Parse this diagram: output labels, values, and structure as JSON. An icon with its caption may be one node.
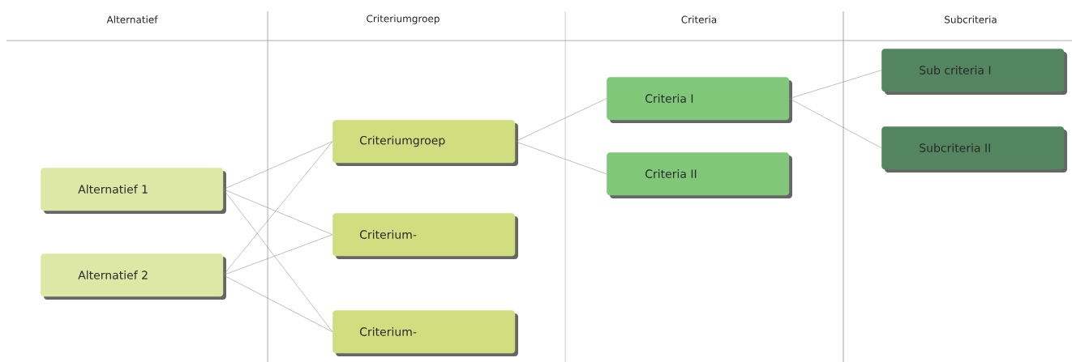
{
  "diagram": {
    "nodes": [
      {
        "text": [
          "Alternatief 1"
        ]
      },
      {
        "text": [
          "Alternatief 2"
        ]
      },
      {
        "text": [
          "Criteriumgroep"
        ]
      },
      {
        "text": [
          "Criterium-"
        ]
      },
      {
        "text": [
          "Criterium-"
        ]
      },
      {
        "text": [
          "Criteria I"
        ]
      },
      {
        "text": [
          "Criteria II"
        ]
      },
      {
        "text": [
          "Sub criteria I"
        ]
      },
      {
        "text": [
          "Subcriteria II"
        ]
      }
    ],
    "edges": [
      {
        "from": 0,
        "to": 2,
        "arrow": "none"
      },
      {
        "from": 0,
        "to": 3,
        "arrow": "none"
      },
      {
        "from": 0,
        "to": 4,
        "arrow": "none"
      },
      {
        "from": 1,
        "to": 2,
        "arrow": "none"
      },
      {
        "from": 1,
        "to": 3,
        "arrow": "none"
      },
      {
        "from": 1,
        "to": 4,
        "arrow": "none"
      },
      {
        "from": 2,
        "to": 5,
        "arrow": "none"
      },
      {
        "from": 2,
        "to": 6,
        "arrow": "none"
      },
      {
        "from": 5,
        "to": 7,
        "arrow": "none"
      },
      {
        "from": 5,
        "to": 8,
        "arrow": "none"
      }
    ],
    "labels": [
      "Alternatief",
      "Criteriumgroep",
      "Criteria",
      "Subcriteria"
    ]
  }
}
